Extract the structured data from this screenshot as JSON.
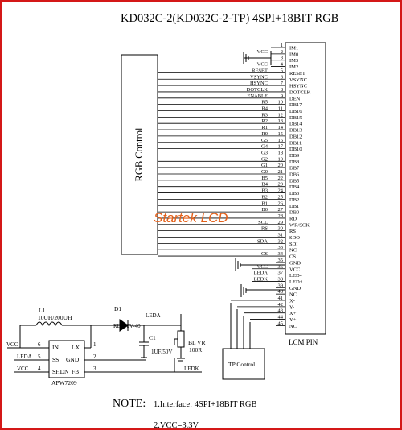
{
  "title": "KD032C-2(KD032C-2-TP)  4SPI+18BIT RGB",
  "controller_label": "RGB Control",
  "watermark": "Startek LCD",
  "lcm_label": "LCM PIN",
  "tp_label": "TP Control",
  "pins": [
    {
      "num": "1",
      "name": "IM1",
      "signal": ""
    },
    {
      "num": "2",
      "name": "IM0",
      "signal": "VCC"
    },
    {
      "num": "3",
      "name": "IM3",
      "signal": ""
    },
    {
      "num": "4",
      "name": "IM2",
      "signal": "VCC"
    },
    {
      "num": "5",
      "name": "RESET",
      "signal": "RESET"
    },
    {
      "num": "6",
      "name": "VSYNC",
      "signal": "VSYNC"
    },
    {
      "num": "7",
      "name": "HSYNC",
      "signal": "HSYNC"
    },
    {
      "num": "8",
      "name": "DOTCLK",
      "signal": "DOTCLK"
    },
    {
      "num": "9",
      "name": "DEN",
      "signal": "ENABLE"
    },
    {
      "num": "10",
      "name": "DB17",
      "signal": "R5"
    },
    {
      "num": "11",
      "name": "DB16",
      "signal": "R4"
    },
    {
      "num": "12",
      "name": "DB15",
      "signal": "R3"
    },
    {
      "num": "13",
      "name": "DB14",
      "signal": "R2"
    },
    {
      "num": "14",
      "name": "DB13",
      "signal": "R1"
    },
    {
      "num": "15",
      "name": "DB12",
      "signal": "R0"
    },
    {
      "num": "16",
      "name": "DB11",
      "signal": "G5"
    },
    {
      "num": "17",
      "name": "DB10",
      "signal": "G4"
    },
    {
      "num": "18",
      "name": "DB9",
      "signal": "G3"
    },
    {
      "num": "19",
      "name": "DB8",
      "signal": "G2"
    },
    {
      "num": "20",
      "name": "DB7",
      "signal": "G1"
    },
    {
      "num": "21",
      "name": "DB6",
      "signal": "G0"
    },
    {
      "num": "22",
      "name": "DB5",
      "signal": "B5"
    },
    {
      "num": "23",
      "name": "DB4",
      "signal": "B4"
    },
    {
      "num": "24",
      "name": "DB3",
      "signal": "B3"
    },
    {
      "num": "25",
      "name": "DB2",
      "signal": "B2"
    },
    {
      "num": "26",
      "name": "DB1",
      "signal": "B1"
    },
    {
      "num": "27",
      "name": "DB0",
      "signal": "B0"
    },
    {
      "num": "28",
      "name": "RD",
      "signal": ""
    },
    {
      "num": "29",
      "name": "WR/SCK",
      "signal": "SCL"
    },
    {
      "num": "30",
      "name": "RS",
      "signal": "RS"
    },
    {
      "num": "31",
      "name": "SDO",
      "signal": ""
    },
    {
      "num": "32",
      "name": "SDI",
      "signal": "SDA"
    },
    {
      "num": "33",
      "name": "NC",
      "signal": ""
    },
    {
      "num": "34",
      "name": "CS",
      "signal": "CS"
    },
    {
      "num": "35",
      "name": "GND",
      "signal": ""
    },
    {
      "num": "36",
      "name": "VCC",
      "signal": "VCC"
    },
    {
      "num": "37",
      "name": "LED-",
      "signal": "LEDA"
    },
    {
      "num": "38",
      "name": "LED+",
      "signal": "LEDK"
    },
    {
      "num": "39",
      "name": "GND",
      "signal": ""
    },
    {
      "num": "40",
      "name": "NC",
      "signal": ""
    },
    {
      "num": "41",
      "name": "X-",
      "signal": ""
    },
    {
      "num": "42",
      "name": "Y-",
      "signal": ""
    },
    {
      "num": "43",
      "name": "X+",
      "signal": ""
    },
    {
      "num": "44",
      "name": "Y+",
      "signal": ""
    },
    {
      "num": "45",
      "name": "NC",
      "signal": ""
    }
  ],
  "backlight": {
    "l1": "L1",
    "l1_value": "10UH/200UH",
    "d1": "D1",
    "d1_value": "RB500V-40",
    "c1": "C1",
    "c1_value": "1UF/50V",
    "r_label": "BL VR",
    "r_value": "100R",
    "chip": "APW7209",
    "chip_pins": [
      {
        "left": "IN",
        "right": "LX",
        "lnum": "6",
        "rnum": "1"
      },
      {
        "left": "SS",
        "right": "GND",
        "lnum": "5",
        "rnum": "2"
      },
      {
        "left": "SHDN",
        "right": "FB",
        "lnum": "4",
        "rnum": "3"
      }
    ],
    "net_vcc": "VCC",
    "net_leda": "LEDA",
    "net_ledk": "LEDK"
  },
  "note_prefix": "NOTE:",
  "notes": [
    "1.Interface: 4SPI+18BIT RGB",
    "2.VCC=3.3V"
  ]
}
